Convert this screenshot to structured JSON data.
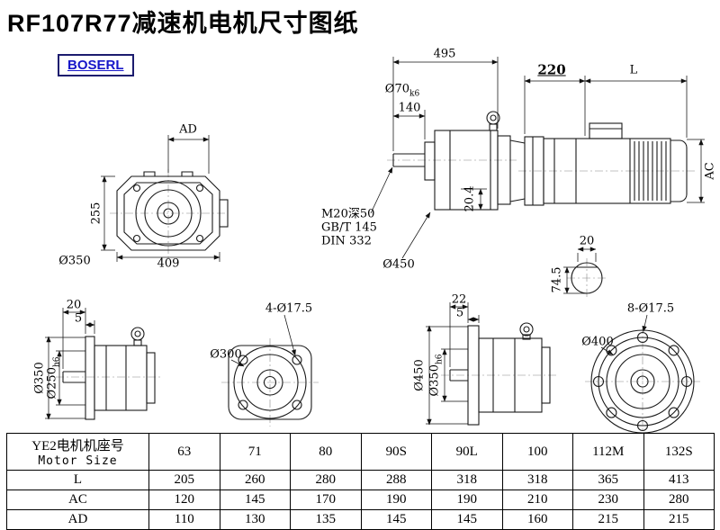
{
  "header": {
    "title": "RF107R77减速机电机尺寸图纸",
    "logo": "BOSERL"
  },
  "front_view": {
    "dim_ad": "AD",
    "dim_height": "255",
    "dim_width": "409",
    "dim_outer": "Ø350"
  },
  "side_view": {
    "dim_total": "495",
    "dim_adapter": "220",
    "dim_motor": "L",
    "shaft_dia": "Ø70",
    "shaft_tol": "k6",
    "dim_shaft_len": "140",
    "note_thread": "M20深50",
    "note_std1": "GB/T 145",
    "note_std2": "DIN 332",
    "dim_flange": "Ø450",
    "dim_offset": "20.4",
    "dim_ac": "AC",
    "key_width": "20",
    "key_height": "74.5"
  },
  "flange_side_small": {
    "dim_shaft": "20",
    "dim_plate": "5",
    "dim_outer": "Ø350",
    "pilot_dia": "Ø250",
    "pilot_tol": "h6"
  },
  "flange_face_small": {
    "holes": "4-Ø17.5",
    "dim_circle": "Ø300"
  },
  "flange_side_large": {
    "dim_shaft": "22",
    "dim_plate": "5",
    "dim_outer": "Ø450",
    "pilot_dia": "Ø350",
    "pilot_tol": "h6"
  },
  "flange_face_large": {
    "holes": "8-Ø17.5",
    "dim_circle": "Ø400"
  },
  "table": {
    "header_cn": "YE2电机机座号",
    "header_en": "Motor Size",
    "columns": [
      "63",
      "71",
      "80",
      "90S",
      "90L",
      "100",
      "112M",
      "132S"
    ],
    "rows": [
      {
        "label": "L",
        "values": [
          "205",
          "260",
          "280",
          "288",
          "318",
          "318",
          "365",
          "413"
        ]
      },
      {
        "label": "AC",
        "values": [
          "120",
          "145",
          "170",
          "190",
          "190",
          "210",
          "230",
          "280"
        ]
      },
      {
        "label": "AD",
        "values": [
          "110",
          "130",
          "135",
          "145",
          "145",
          "160",
          "215",
          "215"
        ]
      }
    ]
  }
}
